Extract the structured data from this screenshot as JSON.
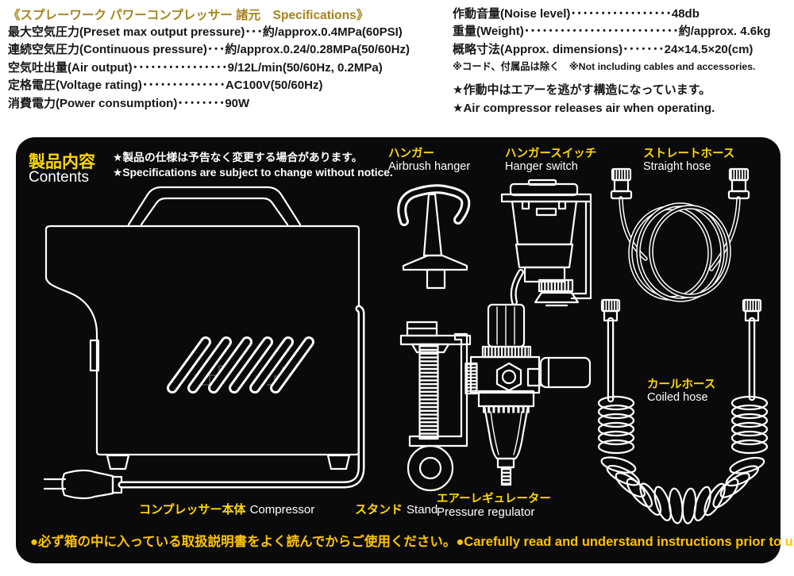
{
  "specs": {
    "title": "《スプレーワーク パワーコンプレッサー 諸元　Specifications》",
    "left": [
      "最大空気圧力(Preset max output pressure)･･･約/approx.0.4MPa(60PSI)",
      "連続空気圧力(Continuous pressure)･･･約/approx.0.24/0.28MPa(50/60Hz)",
      "空気吐出量(Air output)････････････････9/12L/min(50/60Hz, 0.2MPa)",
      "定格電圧(Voltage rating)･･････････････AC100V(50/60Hz)",
      "消費電力(Power consumption)････････90W"
    ],
    "right": [
      "作動音量(Noise level)･････････････････48db",
      "重量(Weight)･･････････････････････････約/approx. 4.6kg",
      "概略寸法(Approx. dimensions)･･･････24×14.5×20(cm)"
    ],
    "note": "※コード、付属品は除く　※Not including cables and accessories.",
    "air_release_jp": "★作動中はエアーを逃がす構造になっています。",
    "air_release_en": "★Air compressor releases air when operating."
  },
  "panel": {
    "heading_jp": "製品内容",
    "heading_en": "Contents",
    "notice_jp": "★製品の仕様は予告なく変更する場合があります。",
    "notice_en": "★Specifications are subject to change without notice.",
    "items": {
      "hanger": {
        "jp": "ハンガー",
        "en": "Airbrush hanger"
      },
      "hanger_switch": {
        "jp": "ハンガースイッチ",
        "en": "Hanger switch"
      },
      "straight_hose": {
        "jp": "ストレートホース",
        "en": "Straight hose"
      },
      "coiled_hose": {
        "jp": "カールホース",
        "en": "Coiled hose"
      },
      "compressor": {
        "jp": "コンプレッサー本体",
        "en": "Compressor"
      },
      "stand": {
        "jp": "スタンド",
        "en": "Stand"
      },
      "regulator": {
        "jp": "エアーレギュレーター",
        "en": "Pressure regulator"
      }
    }
  },
  "footer": {
    "jp": "●必ず箱の中に入っている取扱説明書をよく読んでからご使用ください。",
    "en": "●Carefully read and understand instructions prior to use."
  },
  "colors": {
    "title_gold": "#a5831d",
    "panel_yellow": "#ffd800",
    "warning_yellow": "#ffc400",
    "panel_bg": "#0a0a0a",
    "line_white": "#ffffff"
  }
}
